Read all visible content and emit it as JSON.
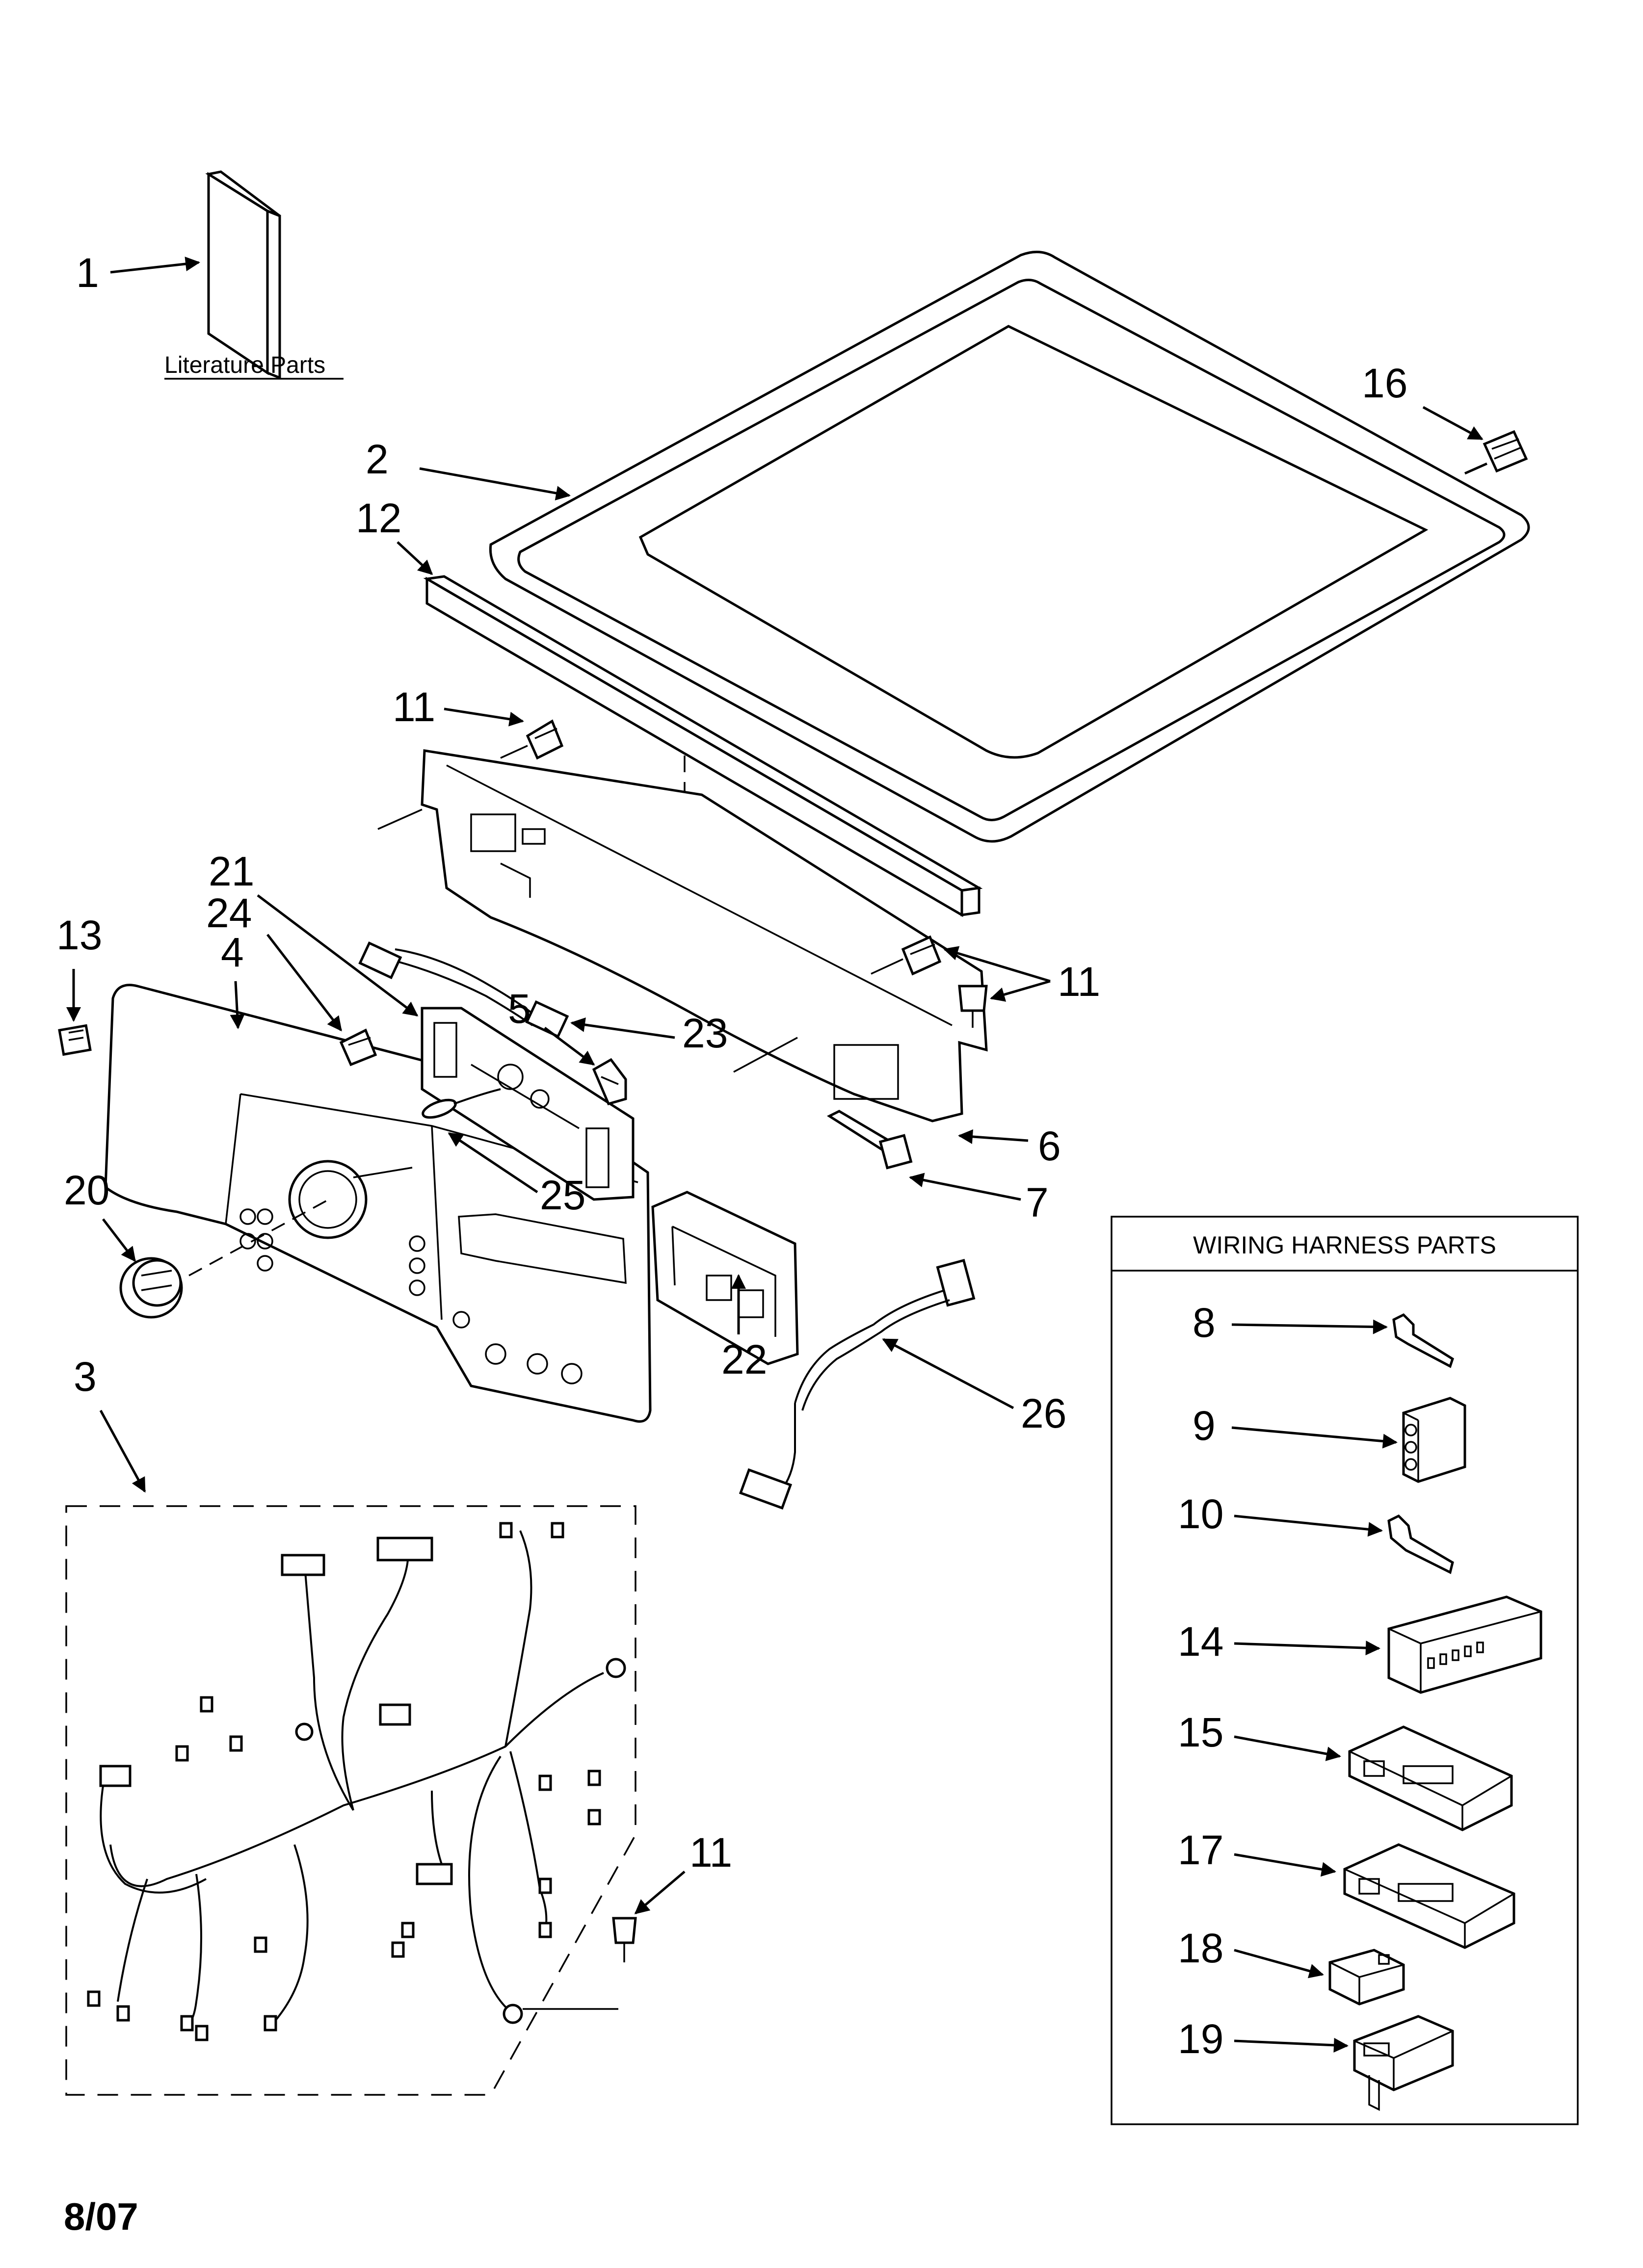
{
  "labels": {
    "p1": "1",
    "p2": "2",
    "p3": "3",
    "p4": "4",
    "p5": "5",
    "p6": "6",
    "p7": "7",
    "p8": "8",
    "p9": "9",
    "p10": "10",
    "p11a": "11",
    "p11b": "11",
    "p11c": "11",
    "p12": "12",
    "p13": "13",
    "p14": "14",
    "p15": "15",
    "p16": "16",
    "p17": "17",
    "p18": "18",
    "p19": "19",
    "p20": "20",
    "p21": "21",
    "p22": "22",
    "p23": "23",
    "p24": "24",
    "p25": "25",
    "p26": "26"
  },
  "literature_caption": "Literature Parts",
  "harness_box_title": "WIRING HARNESS PARTS",
  "date_code": "8/07"
}
